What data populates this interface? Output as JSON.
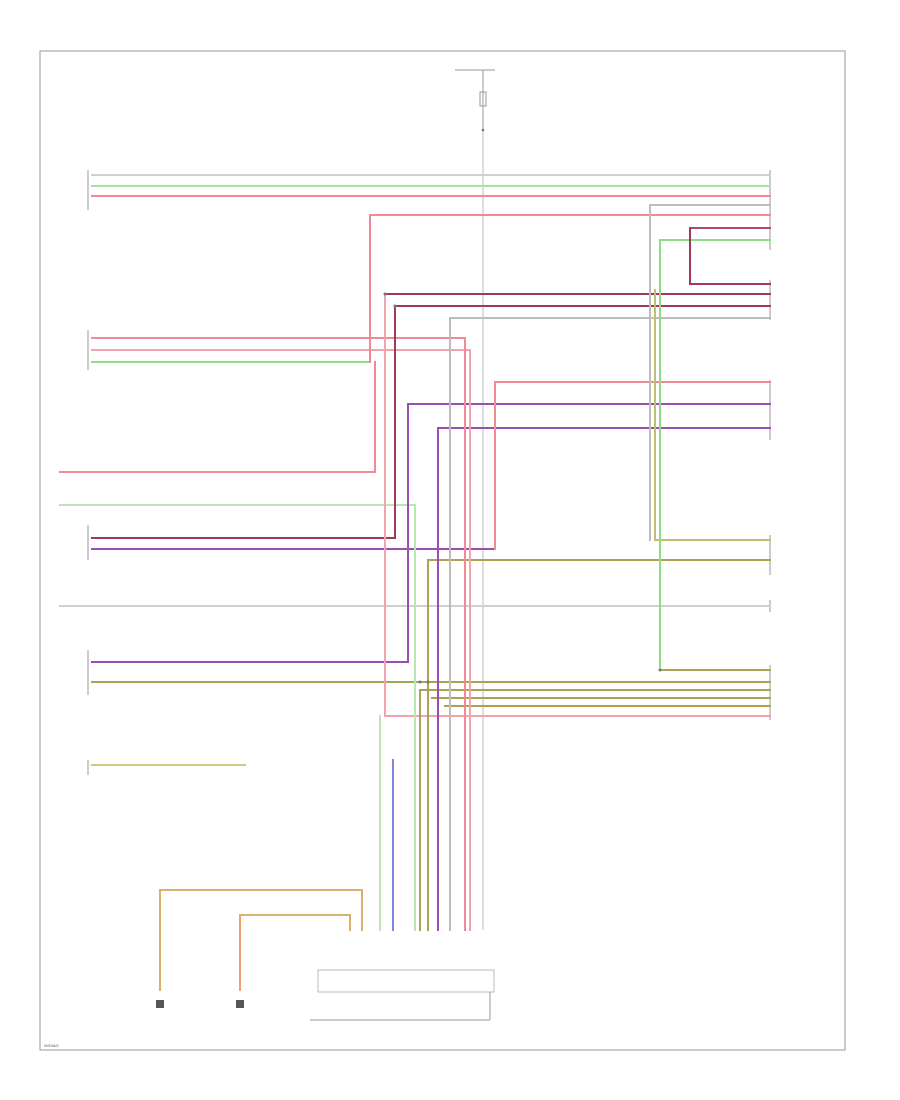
{
  "colors": {
    "red": "#f07a86",
    "pink": "#f4a3ae",
    "green": "#8fdc86",
    "lightgreen": "#b8e8b0",
    "purple": "#9a4fb0",
    "maroon": "#9a3a55",
    "olive": "#a9a352",
    "gray": "#bdbdbd",
    "blue": "#7e86e0",
    "tan": "#e0b070",
    "frame": "#9a9a9a"
  },
  "labels": {
    "page_ref": "W/DIAG"
  },
  "components": [
    {
      "id": "fuse-top",
      "icon": "fuse-icon"
    },
    {
      "id": "module-top-right",
      "icon": "connector-icon"
    },
    {
      "id": "module-left-1",
      "icon": "connector-icon"
    },
    {
      "id": "module-left-2",
      "icon": "connector-icon"
    },
    {
      "id": "module-left-3",
      "icon": "connector-icon"
    },
    {
      "id": "module-left-4",
      "icon": "connector-icon"
    },
    {
      "id": "module-left-5",
      "icon": "connector-icon"
    },
    {
      "id": "dlc",
      "icon": "connector-icon"
    },
    {
      "id": "ground-1",
      "icon": "ground-icon"
    },
    {
      "id": "ground-2",
      "icon": "ground-icon"
    }
  ]
}
